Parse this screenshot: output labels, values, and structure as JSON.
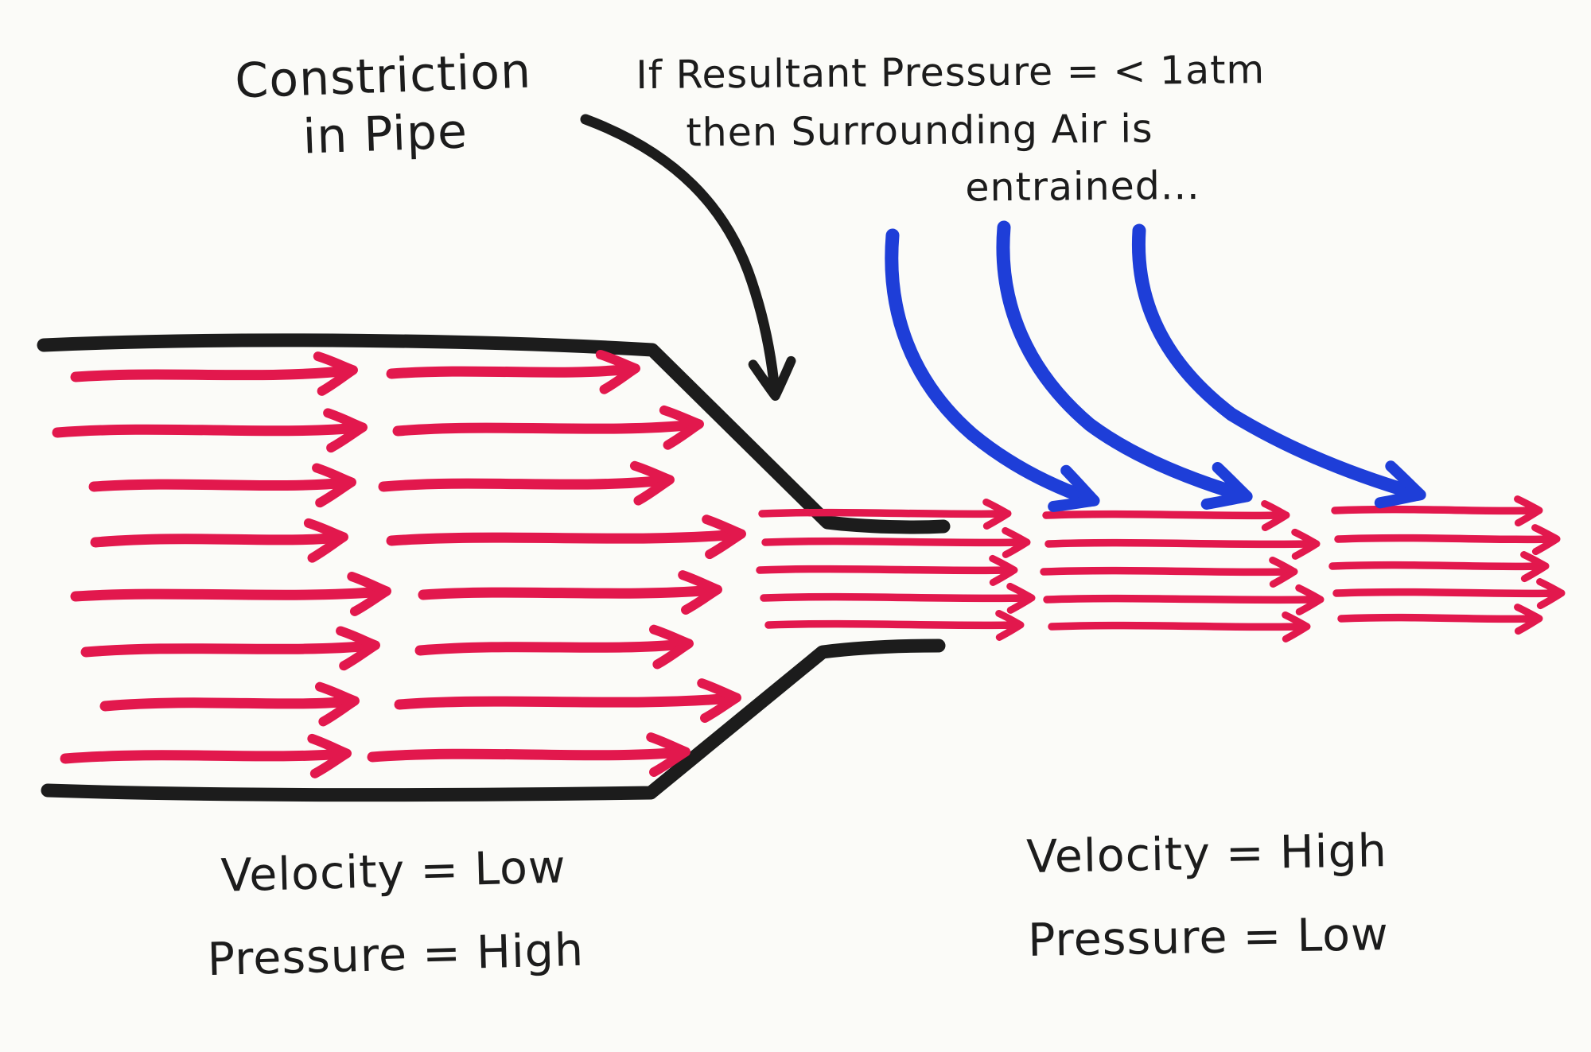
{
  "colors": {
    "paper": "#fbfbf8",
    "ink_black": "#1c1c1c",
    "flow_red": "#e2184d",
    "air_blue": "#1e3ed8"
  },
  "labels": {
    "constriction": {
      "line1": "Constriction",
      "line2": "in Pipe"
    },
    "entrainment": {
      "line1": "If Resultant Pressure = < 1atm",
      "line2": "then Surrounding Air is",
      "line3": "entrained..."
    },
    "upstream": {
      "line1": "Velocity = Low",
      "line2": "Pressure = High"
    },
    "downstream": {
      "line1": "Velocity = High",
      "line2": "Pressure = Low"
    }
  },
  "figure": {
    "type": "hand-drawn venturi / air entrainment diagram",
    "wide_section_arrow_rows": 8,
    "arrows_per_row": 2,
    "narrow_section_bundles": 3,
    "lines_per_bundle": 5,
    "entrained_air_arrows": 3
  }
}
